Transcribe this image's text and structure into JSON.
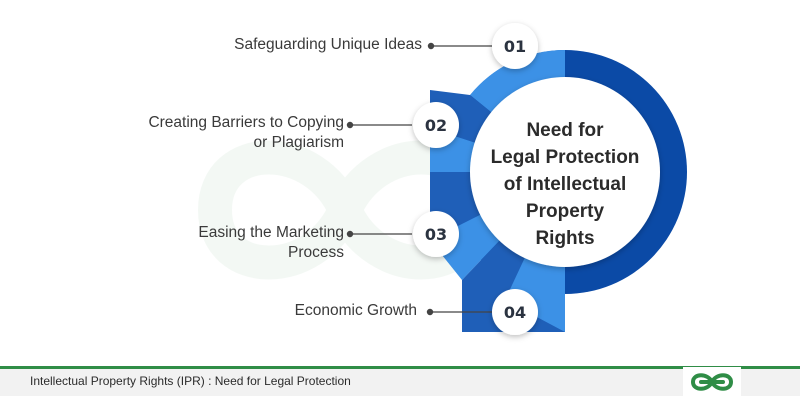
{
  "diagram": {
    "center_title": "Need for\nLegal Protection\nof Intellectual\nProperty\nRights",
    "items": [
      {
        "number": "01",
        "label": "Safeguarding Unique Ideas"
      },
      {
        "number": "02",
        "label": "Creating Barriers to Copying\nor Plagiarism"
      },
      {
        "number": "03",
        "label": "Easing the Marketing\nProcess"
      },
      {
        "number": "04",
        "label": "Economic Growth"
      }
    ]
  },
  "footer": {
    "caption": "Intellectual Property Rights (IPR) : Need for Legal Protection",
    "logo_icon": "gfg-logo-icon"
  },
  "colors": {
    "outer_ring": "#0b4aa6",
    "segment_light": "#3c91e6",
    "segment_dark": "#1f5fb8",
    "accent_green": "#2f8d46"
  }
}
